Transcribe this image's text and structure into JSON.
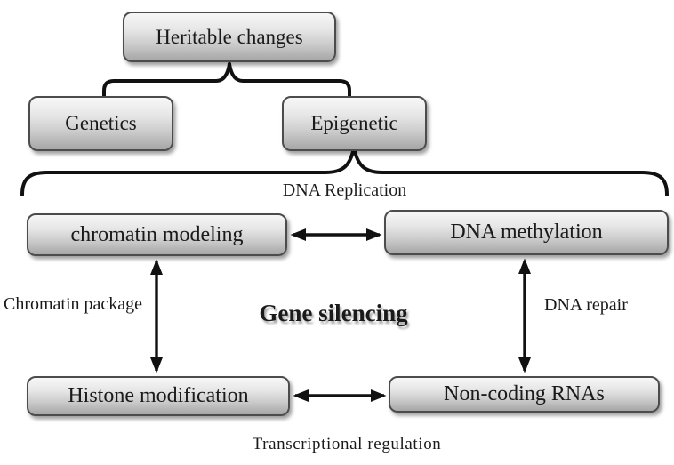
{
  "nodes": {
    "heritable": "Heritable changes",
    "genetics": "Genetics",
    "epigenetic": "Epigenetic",
    "chromatin_modeling": "chromatin modeling",
    "dna_methylation": "DNA methylation",
    "histone_modification": "Histone modification",
    "non_coding_rnas": "Non-coding RNAs"
  },
  "labels": {
    "dna_replication": "DNA Replication",
    "gene_silencing": "Gene silencing",
    "chromatin_package": "Chromatin package",
    "dna_repair": "DNA repair",
    "transcriptional_regulation": "Transcriptional regulation"
  },
  "colors": {
    "background": "#ffffff",
    "box_fill_top": "#f7f7f7",
    "box_fill_bottom": "#a6a6a6",
    "box_border": "#4c4c4c",
    "line": "#111111",
    "text": "#1a1a1a"
  }
}
